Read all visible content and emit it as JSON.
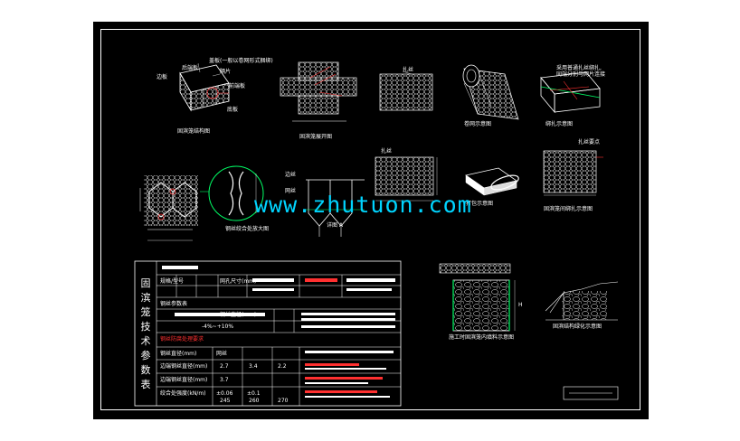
{
  "watermark": "www.zhutuon.com",
  "panel_titles": {
    "structure": "固滨笼结构图",
    "unfold": "固滨笼展开图",
    "roll": "卷网示意图",
    "assembly": "绑扎示意图",
    "twist": "钢丝绞合处放大图",
    "mesh_a": "详图 A",
    "packed": "打包示意图",
    "connection": "固滨笼间绑扎示意图",
    "fill": "施工时固滨笼内填料示意图",
    "green": "固滨结构绿化示意图"
  },
  "labels": {
    "lid": "盖板",
    "lid_note": "(一般以卷网形式捆绑)",
    "side_top": "后端板",
    "side_left": "边板",
    "partition": "隔片",
    "end": "前端板",
    "bottom": "底板",
    "edge_wire": "边丝",
    "mesh_wire": "网丝",
    "binding_wire": "扎丝",
    "binding_note": "采用普通扎丝绑扎,\n同端分别与网片连接",
    "connect_note": "扎丝要点",
    "dim_h": "H"
  },
  "table": {
    "vertical_title": [
      "固",
      "滨",
      "笼",
      "技",
      "术",
      "参",
      "数",
      "表"
    ],
    "row2": [
      "规格/型号",
      "",
      "",
      "网孔尺寸(mm)",
      "",
      "",
      "",
      ""
    ],
    "row3": "钢丝参数表",
    "row4": [
      "",
      "",
      "钢丝直径(mm)",
      ""
    ],
    "row5": [
      "",
      "-4%~+10%"
    ],
    "row6": "钢丝防腐处理要求",
    "row7": [
      "钢丝直径(mm)",
      "网丝",
      "",
      "",
      ""
    ],
    "row8": [
      "边端钢丝直径(mm)",
      "2.7",
      "3.4",
      "2.2"
    ],
    "row9": [
      "边端钢丝直径(mm)",
      "3.7",
      "",
      ""
    ],
    "row10": [
      "绞合处强度(kN/m)",
      "±0.06",
      "±0.1",
      ""
    ],
    "row11": [
      "",
      "245",
      "260",
      "270"
    ]
  }
}
